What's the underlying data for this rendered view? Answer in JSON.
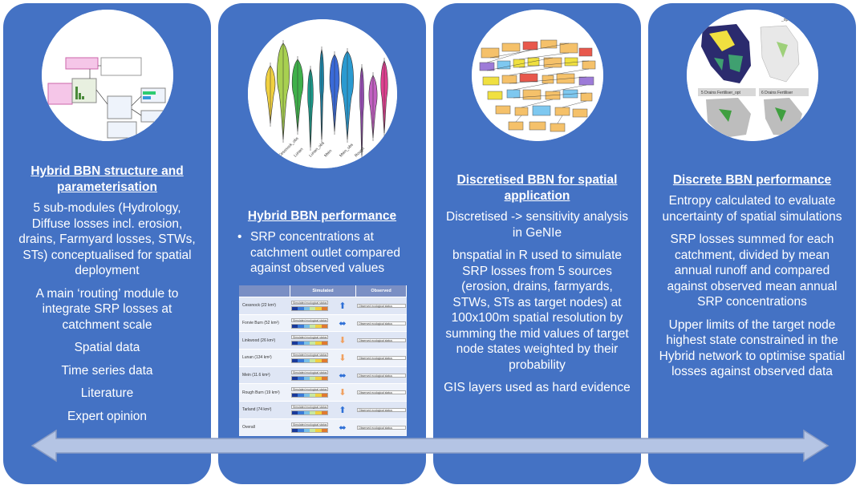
{
  "panels": [
    {
      "heading": "Hybrid BBN structure and parameterisation",
      "paras": [
        "5 sub-modules (Hydrology, Diffuse losses incl. erosion, drains, Farmyard losses, STWs, STs) conceptualised for spatial deployment",
        "A main ‘routing’ module to integrate SRP losses at catchment scale",
        "Spatial data",
        "Time series  data",
        "Literature",
        "Expert opinion"
      ]
    },
    {
      "heading": "Hybrid BBN performance",
      "bullets": [
        "SRP concentrations at catchment outlet compared against observed values"
      ]
    },
    {
      "heading": "Discretised BBN for spatial application",
      "paras": [
        "Discretised -> sensitivity analysis in GeNIe",
        "bnspatial in R used to simulate SRP losses from 5 sources (erosion, drains, farmyards, STWs, STs as target nodes) at 100x100m spatial resolution by summing the mid values of target node states weighted by their probability",
        "GIS layers used as hard evidence"
      ]
    },
    {
      "heading": "Discrete BBN performance",
      "paras": [
        "Entropy calculated to evaluate uncertainty of spatial simulations",
        "SRP losses summed for each catchment, divided by mean annual runoff and compared against observed mean annual SRP concentrations",
        "Upper limits of the target node highest state constrained in the Hybrid network to optimise spatial losses against observed data"
      ]
    }
  ],
  "table": {
    "header_simulated": "Simulated",
    "header_observed": "Observed",
    "sim_label": "Simulated ecological status",
    "obs_label": "Observed ecological status",
    "rows": [
      {
        "name": "Cessnock  (22 km²)",
        "arrow": "up"
      },
      {
        "name": "Forvie Burn  (52 km²)",
        "arrow": "lr"
      },
      {
        "name": "Linkwood  (26 km²)",
        "arrow": "down"
      },
      {
        "name": "Lunan  (134 km²)",
        "arrow": "down"
      },
      {
        "name": "Mein  (11.6 km²)",
        "arrow": "lr"
      },
      {
        "name": "Rough Burn  (19 km²)",
        "arrow": "down"
      },
      {
        "name": "Tarland  (74 km²)",
        "arrow": "up"
      },
      {
        "name": "Overall",
        "arrow": "lr"
      }
    ]
  },
  "violin_labels": [
    "Cessnock_obs",
    "Lunan",
    "Lunan_obs",
    "Mein",
    "Mein_obs",
    "Rough",
    "Rough_obs"
  ],
  "map_labels": [
    "5 Drains Fertiliser_opt",
    "6 Drains Fertiliser",
    "_opt"
  ],
  "colors": {
    "panel": "#4472c4",
    "arrow": "#b4c4e4"
  }
}
